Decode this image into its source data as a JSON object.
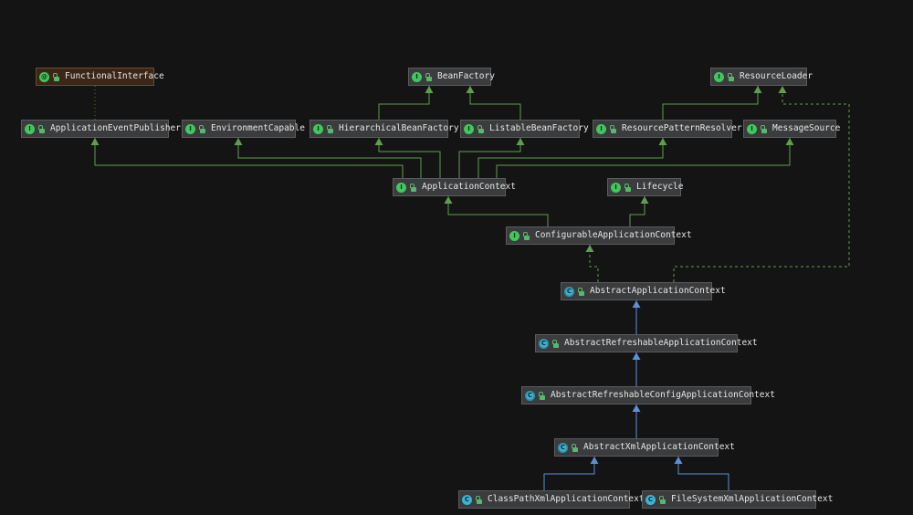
{
  "diagram": {
    "nodes": [
      {
        "id": "FunctionalInterface",
        "label": "FunctionalInterface",
        "kind": "annotation",
        "kind_glyph": "@",
        "access_icon": "public-lock-icon"
      },
      {
        "id": "BeanFactory",
        "label": "BeanFactory",
        "kind": "interface",
        "kind_glyph": "I",
        "access_icon": "public-lock-icon"
      },
      {
        "id": "ResourceLoader",
        "label": "ResourceLoader",
        "kind": "interface",
        "kind_glyph": "I",
        "access_icon": "public-lock-icon"
      },
      {
        "id": "ApplicationEventPublisher",
        "label": "ApplicationEventPublisher",
        "kind": "interface",
        "kind_glyph": "I",
        "access_icon": "public-lock-icon"
      },
      {
        "id": "EnvironmentCapable",
        "label": "EnvironmentCapable",
        "kind": "interface",
        "kind_glyph": "I",
        "access_icon": "public-lock-icon"
      },
      {
        "id": "HierarchicalBeanFactory",
        "label": "HierarchicalBeanFactory",
        "kind": "interface",
        "kind_glyph": "I",
        "access_icon": "public-lock-icon"
      },
      {
        "id": "ListableBeanFactory",
        "label": "ListableBeanFactory",
        "kind": "interface",
        "kind_glyph": "I",
        "access_icon": "public-lock-icon"
      },
      {
        "id": "ResourcePatternResolver",
        "label": "ResourcePatternResolver",
        "kind": "interface",
        "kind_glyph": "I",
        "access_icon": "public-lock-icon"
      },
      {
        "id": "MessageSource",
        "label": "MessageSource",
        "kind": "interface",
        "kind_glyph": "I",
        "access_icon": "public-lock-icon"
      },
      {
        "id": "ApplicationContext",
        "label": "ApplicationContext",
        "kind": "interface",
        "kind_glyph": "I",
        "access_icon": "public-lock-icon"
      },
      {
        "id": "Lifecycle",
        "label": "Lifecycle",
        "kind": "interface",
        "kind_glyph": "I",
        "access_icon": "public-lock-icon"
      },
      {
        "id": "ConfigurableApplicationContext",
        "label": "ConfigurableApplicationContext",
        "kind": "interface",
        "kind_glyph": "I",
        "access_icon": "public-lock-icon"
      },
      {
        "id": "AbstractApplicationContext",
        "label": "AbstractApplicationContext",
        "kind": "abstract",
        "kind_glyph": "C",
        "access_icon": "public-lock-icon"
      },
      {
        "id": "AbstractRefreshableApplicationContext",
        "label": "AbstractRefreshableApplicationContext",
        "kind": "abstract",
        "kind_glyph": "C",
        "access_icon": "public-lock-icon"
      },
      {
        "id": "AbstractRefreshableConfigApplicationContext",
        "label": "AbstractRefreshableConfigApplicationContext",
        "kind": "abstract",
        "kind_glyph": "C",
        "access_icon": "public-lock-icon"
      },
      {
        "id": "AbstractXmlApplicationContext",
        "label": "AbstractXmlApplicationContext",
        "kind": "abstract",
        "kind_glyph": "C",
        "access_icon": "public-lock-icon"
      },
      {
        "id": "ClassPathXmlApplicationContext",
        "label": "ClassPathXmlApplicationContext",
        "kind": "class",
        "kind_glyph": "C",
        "access_icon": "public-lock-icon"
      },
      {
        "id": "FileSystemXmlApplicationContext",
        "label": "FileSystemXmlApplicationContext",
        "kind": "class",
        "kind_glyph": "C",
        "access_icon": "public-lock-icon"
      }
    ],
    "edges": [
      {
        "from": "ApplicationEventPublisher",
        "to": "FunctionalInterface",
        "type": "annotated"
      },
      {
        "from": "HierarchicalBeanFactory",
        "to": "BeanFactory",
        "type": "extends-interface"
      },
      {
        "from": "ListableBeanFactory",
        "to": "BeanFactory",
        "type": "extends-interface"
      },
      {
        "from": "ResourcePatternResolver",
        "to": "ResourceLoader",
        "type": "extends-interface"
      },
      {
        "from": "ApplicationContext",
        "to": "ApplicationEventPublisher",
        "type": "extends-interface"
      },
      {
        "from": "ApplicationContext",
        "to": "EnvironmentCapable",
        "type": "extends-interface"
      },
      {
        "from": "ApplicationContext",
        "to": "HierarchicalBeanFactory",
        "type": "extends-interface"
      },
      {
        "from": "ApplicationContext",
        "to": "ListableBeanFactory",
        "type": "extends-interface"
      },
      {
        "from": "ApplicationContext",
        "to": "ResourcePatternResolver",
        "type": "extends-interface"
      },
      {
        "from": "ApplicationContext",
        "to": "MessageSource",
        "type": "extends-interface"
      },
      {
        "from": "ConfigurableApplicationContext",
        "to": "ApplicationContext",
        "type": "extends-interface"
      },
      {
        "from": "ConfigurableApplicationContext",
        "to": "Lifecycle",
        "type": "extends-interface"
      },
      {
        "from": "AbstractApplicationContext",
        "to": "ConfigurableApplicationContext",
        "type": "implements"
      },
      {
        "from": "AbstractApplicationContext",
        "to": "ResourceLoader",
        "type": "implements"
      },
      {
        "from": "AbstractRefreshableApplicationContext",
        "to": "AbstractApplicationContext",
        "type": "extends-class"
      },
      {
        "from": "AbstractRefreshableConfigApplicationContext",
        "to": "AbstractRefreshableApplicationContext",
        "type": "extends-class"
      },
      {
        "from": "AbstractXmlApplicationContext",
        "to": "AbstractRefreshableConfigApplicationContext",
        "type": "extends-class"
      },
      {
        "from": "ClassPathXmlApplicationContext",
        "to": "AbstractXmlApplicationContext",
        "type": "extends-class"
      },
      {
        "from": "FileSystemXmlApplicationContext",
        "to": "AbstractXmlApplicationContext",
        "type": "extends-class"
      }
    ]
  },
  "colors": {
    "background": "#141414",
    "interface_edge": "#5f9e4f",
    "class_edge": "#5b8fd6",
    "implements_edge": "#5f9e4f",
    "annotation_edge": "#6b6b3a"
  }
}
